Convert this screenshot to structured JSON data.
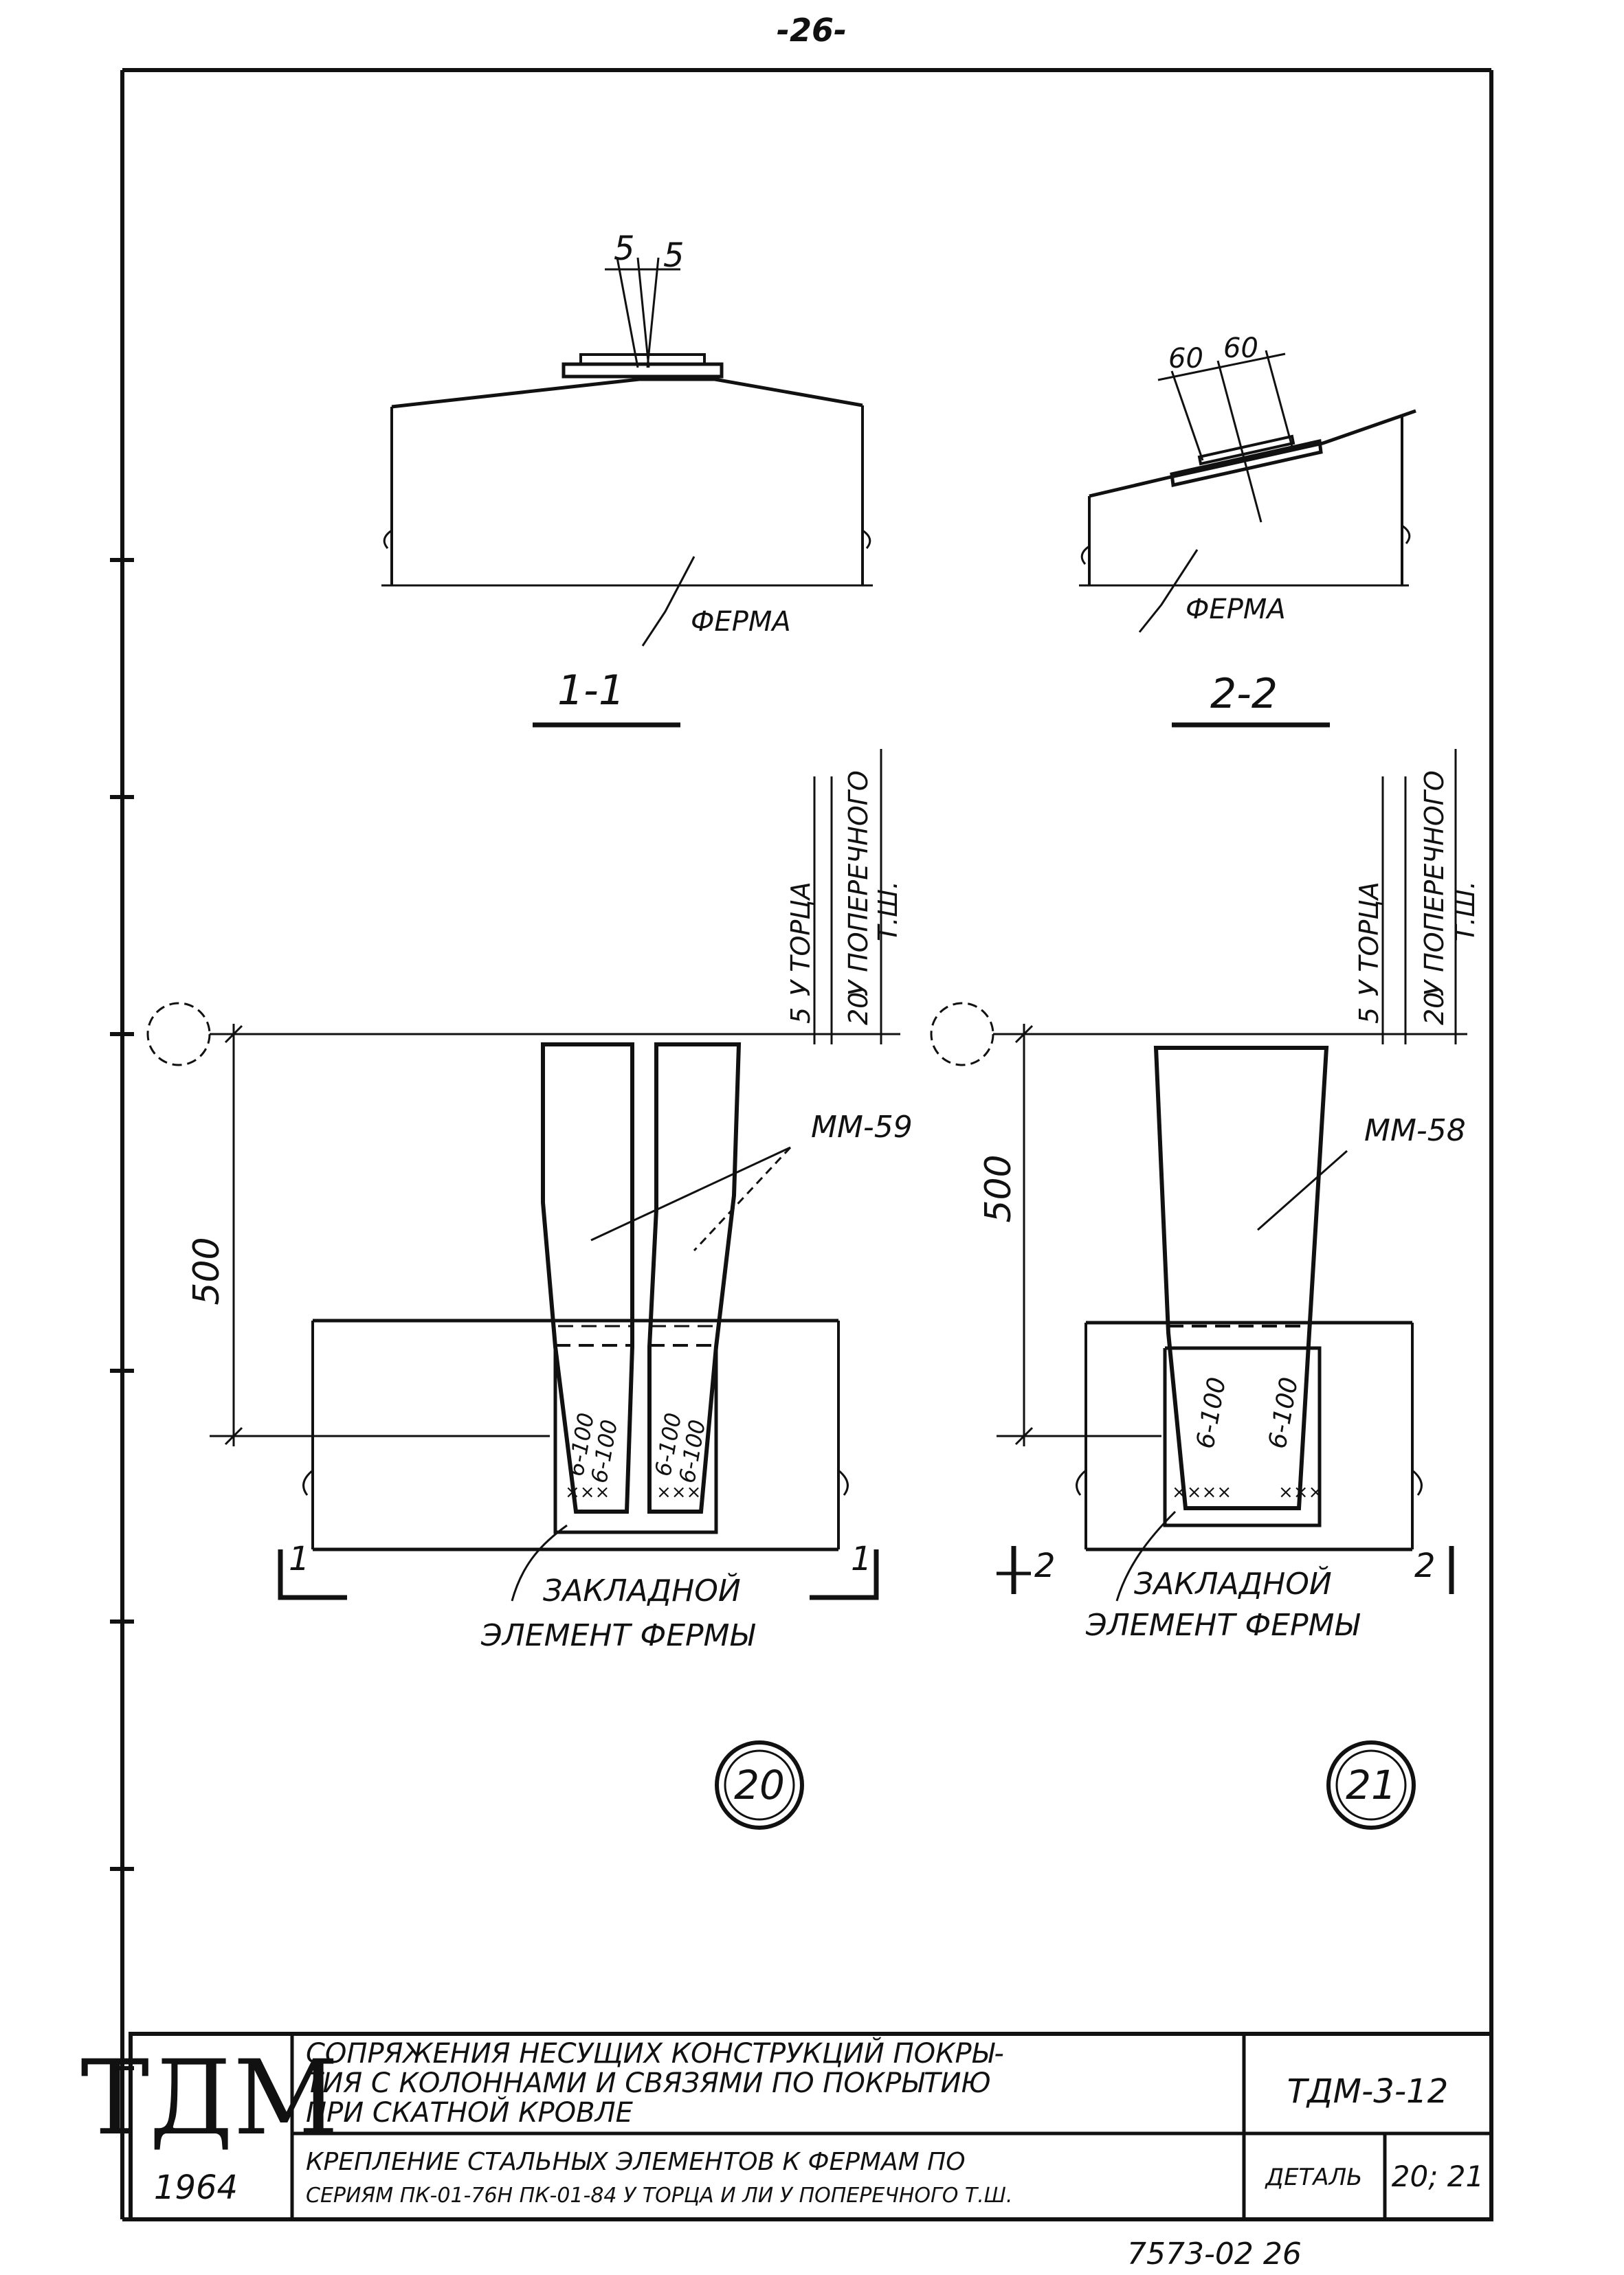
{
  "page_number": "-26-",
  "section_1": {
    "dims_top": [
      "5",
      "5"
    ],
    "label_ferma": "ФЕРМА",
    "section_label": "1-1"
  },
  "section_2": {
    "dims_top": [
      "60",
      "60"
    ],
    "label_ferma": "ФЕРМА",
    "section_label": "2-2"
  },
  "detail_20": {
    "dim_vertical": "500",
    "dim_5": "5",
    "dim_20": "20",
    "label_end": "У ТОРЦА",
    "label_cross": "У ПОПЕРЕЧНОГО",
    "label_ts": "Т.Ш.",
    "plate_label": "ММ-59",
    "welds": [
      "6-100",
      "6-100",
      "6-100",
      "6-100"
    ],
    "embedded_label_1": "ЗАКЛАДНОЙ",
    "embedded_label_2": "ЭЛЕМЕНТ ФЕРМЫ",
    "cut_left": "1",
    "cut_right": "1",
    "number": "20"
  },
  "detail_21": {
    "dim_vertical": "500",
    "dim_5": "5",
    "dim_20": "20",
    "label_end": "У ТОРЦА",
    "label_cross": "У ПОПЕРЕЧНОГО",
    "label_ts": "Т.Ш.",
    "plate_label": "ММ-58",
    "welds": [
      "6-100",
      "6-100"
    ],
    "embedded_label_1": "ЗАКЛАДНОЙ",
    "embedded_label_2": "ЭЛЕМЕНТ ФЕРМЫ",
    "cut_left": "2",
    "cut_right": "2",
    "number": "21"
  },
  "title_block": {
    "logo": "ТДМ",
    "year": "1964",
    "title_line_1": "СОПРЯЖЕНИЯ НЕСУЩИХ КОНСТРУКЦИЙ ПОКРЫ-",
    "title_line_2": "ТИЯ С КОЛОННАМИ И СВЯЗЯМИ ПО ПОКРЫТИЮ",
    "title_line_3": "ПРИ СКАТНОЙ КРОВЛЕ",
    "doc_code": "ТДМ-3-12",
    "subtitle_line_1": "КРЕПЛЕНИЕ СТАЛЬНЫХ ЭЛЕМЕНТОВ К ФЕРМАМ ПО",
    "subtitle_line_2": "СЕРИЯМ ПК-01-76Н ПК-01-84 У ТОРЦА И ЛИ У ПОПЕРЕЧНОГО Т.Ш.",
    "detail_label": "ДЕТАЛЬ",
    "detail_numbers": "20; 21"
  },
  "footer_stamp": "7573-02 26"
}
